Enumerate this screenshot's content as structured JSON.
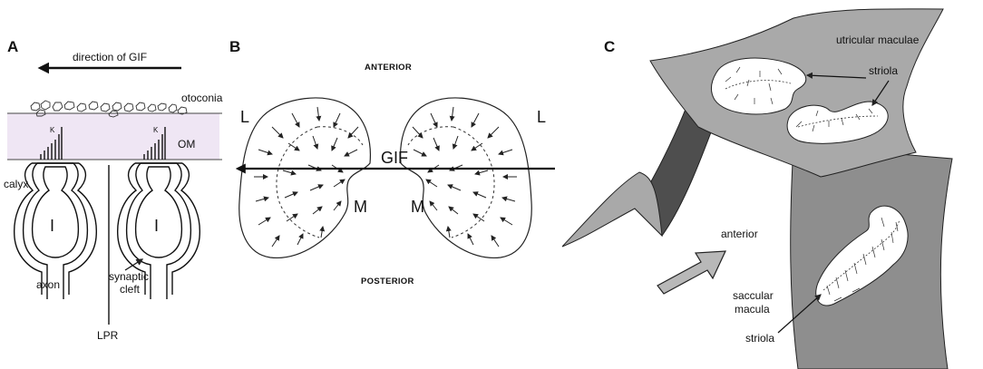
{
  "panel_a": {
    "letter": "A",
    "gif_label": "direction of GIF",
    "otoconia_label": "otoconia",
    "om_label": "OM",
    "k_left": "K",
    "k_right": "K",
    "calyx_label": "calyx",
    "cell_left": "I",
    "cell_right": "I",
    "axon_label": "axon",
    "synaptic_label_1": "synaptic",
    "synaptic_label_2": "cleft",
    "lpr_label": "LPR"
  },
  "panel_b": {
    "letter": "B",
    "anterior_label": "ANTERIOR",
    "posterior_label": "POSTERIOR",
    "l_left": "L",
    "l_right": "L",
    "m_left": "M",
    "m_right": "M",
    "gif_label": "GIF"
  },
  "panel_c": {
    "letter": "C",
    "utricular_label": "utricular maculae",
    "striola_top_label": "striola",
    "anterior_label": "anterior",
    "saccular_label_1": "saccular",
    "saccular_label_2": "macula",
    "striola_bottom_label": "striola"
  },
  "colors": {
    "om_band": "#efe6f4",
    "sheet_gray": "#a9a9a9",
    "sheet_dark": "#4e4e4e",
    "saccule_gray": "#8e8e8e",
    "arrow_gray": "#b8b8b8"
  }
}
